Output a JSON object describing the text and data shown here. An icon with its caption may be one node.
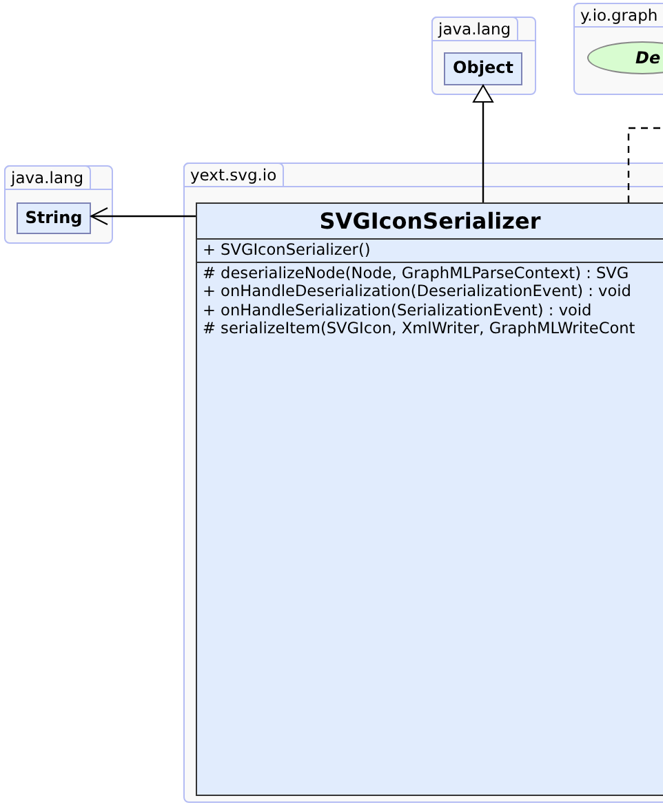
{
  "diagram": {
    "nodes": [
      {
        "text": [
          "java.lang"
        ]
      },
      {
        "text": [
          "Object"
        ],
        "in": 0
      },
      {
        "text": [
          "y.io.graph"
        ]
      },
      {
        "text": [
          "De"
        ],
        "in": 2
      },
      {
        "text": [
          "java.lang"
        ]
      },
      {
        "text": [
          "String"
        ],
        "in": 4
      },
      {
        "text": [
          "yext.svg.io"
        ]
      },
      {
        "text": [
          "SVGIconSerializer",
          "+ SVGIconSerializer()",
          "# deserializeNode(Node, GraphMLParseContext) : SVG",
          "+ onHandleDeserialization(DeserializationEvent) : void",
          "+ onHandleSerialization(SerializationEvent) : void",
          "# serializeItem(SVGIcon, XmlWriter, GraphMLWriteCont"
        ],
        "in": 6
      }
    ],
    "edges": [
      {
        "from": 7,
        "to": 1,
        "arrow": "to"
      },
      {
        "from": 7,
        "to": 5,
        "arrow": "to"
      },
      {
        "from": 7,
        "to": null,
        "arrow": "none",
        "style": "dashed"
      }
    ]
  }
}
